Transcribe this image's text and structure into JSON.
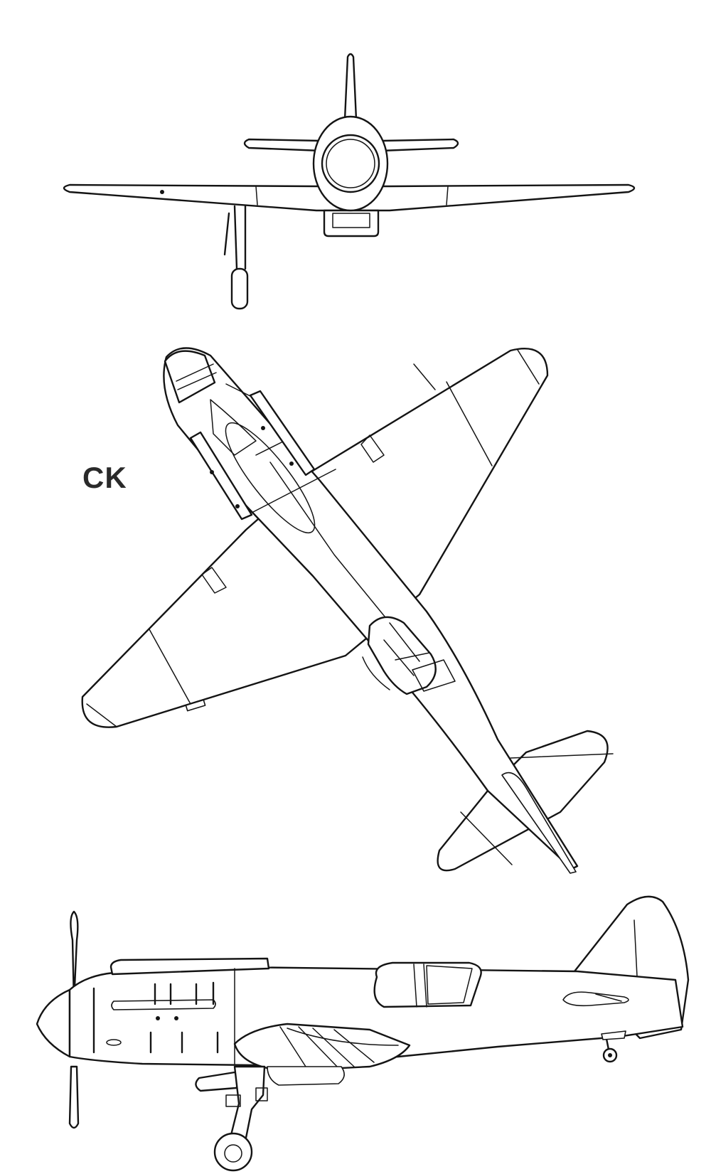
{
  "drawing": {
    "label": "CK",
    "views": [
      "front-view",
      "top-view",
      "side-view"
    ]
  },
  "colors": {
    "line": "#141414",
    "background": "#ffffff",
    "label": "#2a2a2a"
  }
}
